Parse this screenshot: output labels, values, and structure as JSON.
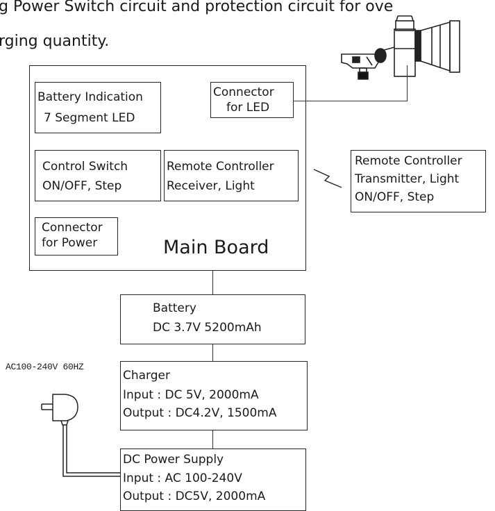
{
  "intro": {
    "line1": "g Power Switch circuit and protection circuit for ove",
    "line2": "rging quantity."
  },
  "main_board": {
    "label": "Main Board",
    "battery_indication": {
      "line1": "Battery Indication",
      "line2": "7 Segment LED"
    },
    "connector_led": {
      "line1": "Connector",
      "line2": "for LED"
    },
    "control_switch": {
      "line1": "Control Switch",
      "line2": "ON/OFF,  Step"
    },
    "remote_receiver": {
      "line1": "Remote Controller",
      "line2": "Receiver, Light"
    },
    "connector_power": {
      "line1": "Connector",
      "line2": "for Power"
    }
  },
  "remote_transmitter": {
    "line1": "Remote Controller",
    "line2": "Transmitter, Light",
    "line3": "ON/OFF,  Step"
  },
  "battery": {
    "line1": "Battery",
    "line2": "DC 3.7V  5200mAh"
  },
  "charger": {
    "line1": "Charger",
    "line2": "Input : DC 5V, 2000mA",
    "line3": "Output : DC4.2V, 1500mA"
  },
  "power_supply": {
    "line1": "DC Power Supply",
    "line2": "Input : AC 100-240V",
    "line3": "Output : DC5V, 2000mA"
  },
  "ac_label": "AC100-240V  60HZ",
  "icons": {
    "lamp": "led-lamp-icon",
    "plug": "ac-plug-icon",
    "wireless": "wireless-signal-icon"
  },
  "colors": {
    "line": "#333333",
    "text": "#1a1a1a",
    "background": "#ffffff"
  }
}
